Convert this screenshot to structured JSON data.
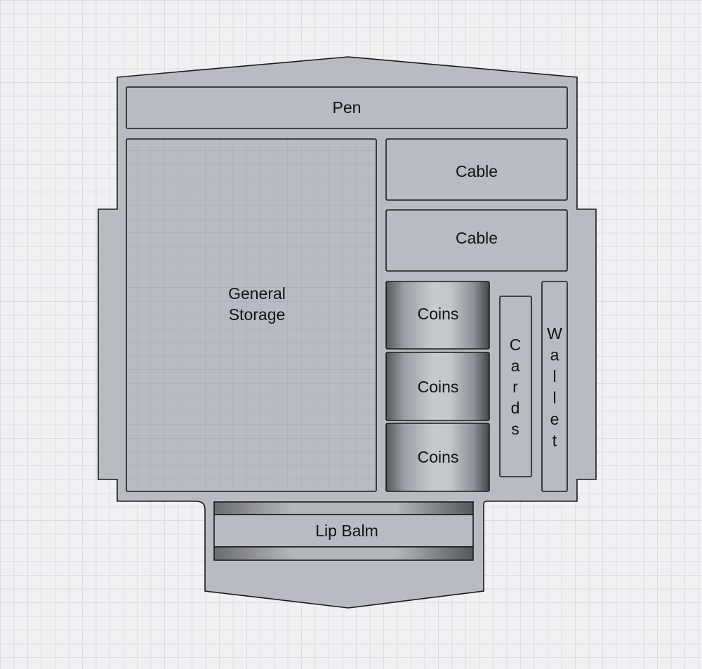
{
  "diagram": {
    "compartments": {
      "pen": "Pen",
      "general_storage_line1": "General",
      "general_storage_line2": "Storage",
      "cable_1": "Cable",
      "cable_2": "Cable",
      "coins_1": "Coins",
      "coins_2": "Coins",
      "coins_3": "Coins",
      "cards": "Cards",
      "wallet": "Wallet",
      "lip_balm": "Lip Balm"
    },
    "colors": {
      "background": "#f1f1f3",
      "grid_lines": "#dcdde2",
      "tray_fill": "#b8bcc2",
      "outline": "#1a1a1a",
      "text": "#111111"
    }
  }
}
